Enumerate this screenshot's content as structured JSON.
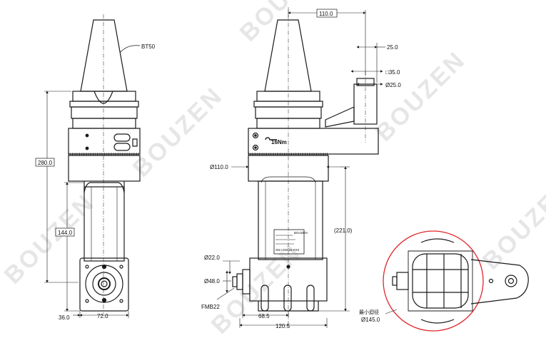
{
  "watermark": {
    "text": "BOUZEN"
  },
  "labels": {
    "bt50": "BT50",
    "torque": "16Nm",
    "fmb22": "FMB22",
    "min_rotation_dia_cn": "最小迴径",
    "min_rotation_dia": "Ø145.0",
    "plate_serial": "SN:LS0016-XXX",
    "plate_brand": "BOUZEN"
  },
  "dimensions": {
    "height_total": "280.0",
    "height_body": "144.0",
    "offset_36": "36.0",
    "width_72": "72.0",
    "top_110": "110.0",
    "key_25": "25.0",
    "key_sq35": "□35.0",
    "key_dia25": "Ø25.0",
    "body_dia110": "Ø110.0",
    "height_221": "(221.0)",
    "dia22": "Ø22.0",
    "dia48": "Ø48.0",
    "w68_5": "68.5",
    "w120_5": "120.5"
  },
  "colors": {
    "line": "#1a1a1a",
    "circle": "#e0262b",
    "watermark": "#e6e6e6"
  }
}
